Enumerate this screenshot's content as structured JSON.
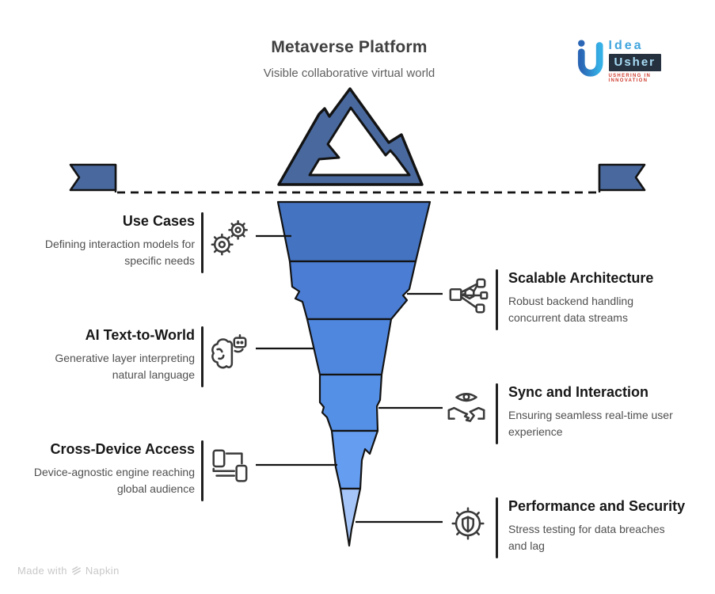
{
  "title": "Metaverse Platform",
  "subtitle": "Visible collaborative virtual world",
  "logo": {
    "idea": "Idea",
    "usher": "Usher",
    "tagline": "USHERING IN INNOVATION"
  },
  "watermark": {
    "prefix": "Made with",
    "brand": "Napkin"
  },
  "colors": {
    "iceberg": "#49699e",
    "ink": "#131313",
    "segment_1": "#4473c1",
    "segment_2": "#4a7dd3",
    "segment_3": "#4f86de",
    "segment_4": "#5590e7",
    "segment_5": "#659df0",
    "segment_6": "#a5c5f8"
  },
  "left_items": [
    {
      "title": "Use Cases",
      "desc": "Defining interaction models for specific needs",
      "icon": "gears-icon"
    },
    {
      "title": "AI Text-to-World",
      "desc": "Generative layer interpreting natural language",
      "icon": "ai-brain-icon"
    },
    {
      "title": "Cross-Device Access",
      "desc": "Device-agnostic engine reaching global audience",
      "icon": "devices-icon"
    }
  ],
  "right_items": [
    {
      "title": "Scalable Architecture",
      "desc": "Robust backend handling concurrent data streams",
      "icon": "network-icon"
    },
    {
      "title": "Sync and Interaction",
      "desc": "Ensuring seamless real-time user experience",
      "icon": "eye-handshake-icon"
    },
    {
      "title": "Performance and Security",
      "desc": "Stress testing for data breaches and lag",
      "icon": "shield-gear-icon"
    }
  ]
}
